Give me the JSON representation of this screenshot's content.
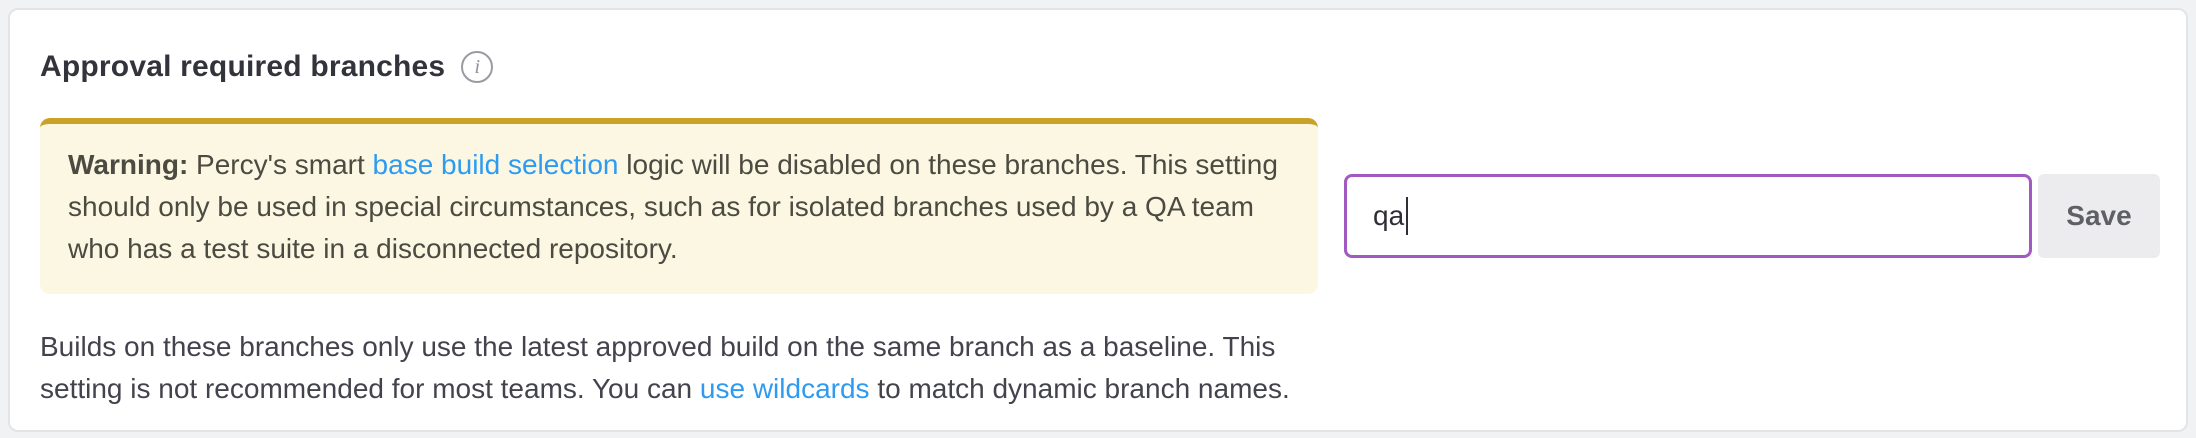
{
  "section": {
    "title": "Approval required branches",
    "info_icon_glyph": "i"
  },
  "warning": {
    "label": "Warning:",
    "text_before_link": " Percy's smart ",
    "link_label": "base build selection",
    "text_after_link": " logic will be disabled on these branches. This setting should only be used in special circumstances, such as for isolated branches used by a QA team who has a test suite in a disconnected repository."
  },
  "description": {
    "text_before_link": "Builds on these branches only use the latest approved build on the same branch as a baseline. This setting is not recommended for most teams. You can ",
    "link_label": "use wildcards",
    "text_after_link": " to match dynamic branch names."
  },
  "form": {
    "input_value": "qa",
    "save_label": "Save"
  },
  "colors": {
    "accent_purple": "#a25ac2",
    "warning_border": "#c9a227",
    "warning_background": "#fbf7e3",
    "link_blue": "#2e9bf0",
    "card_background": "#ffffff",
    "page_background": "#f1f2f4",
    "save_button_background": "#ececee"
  }
}
